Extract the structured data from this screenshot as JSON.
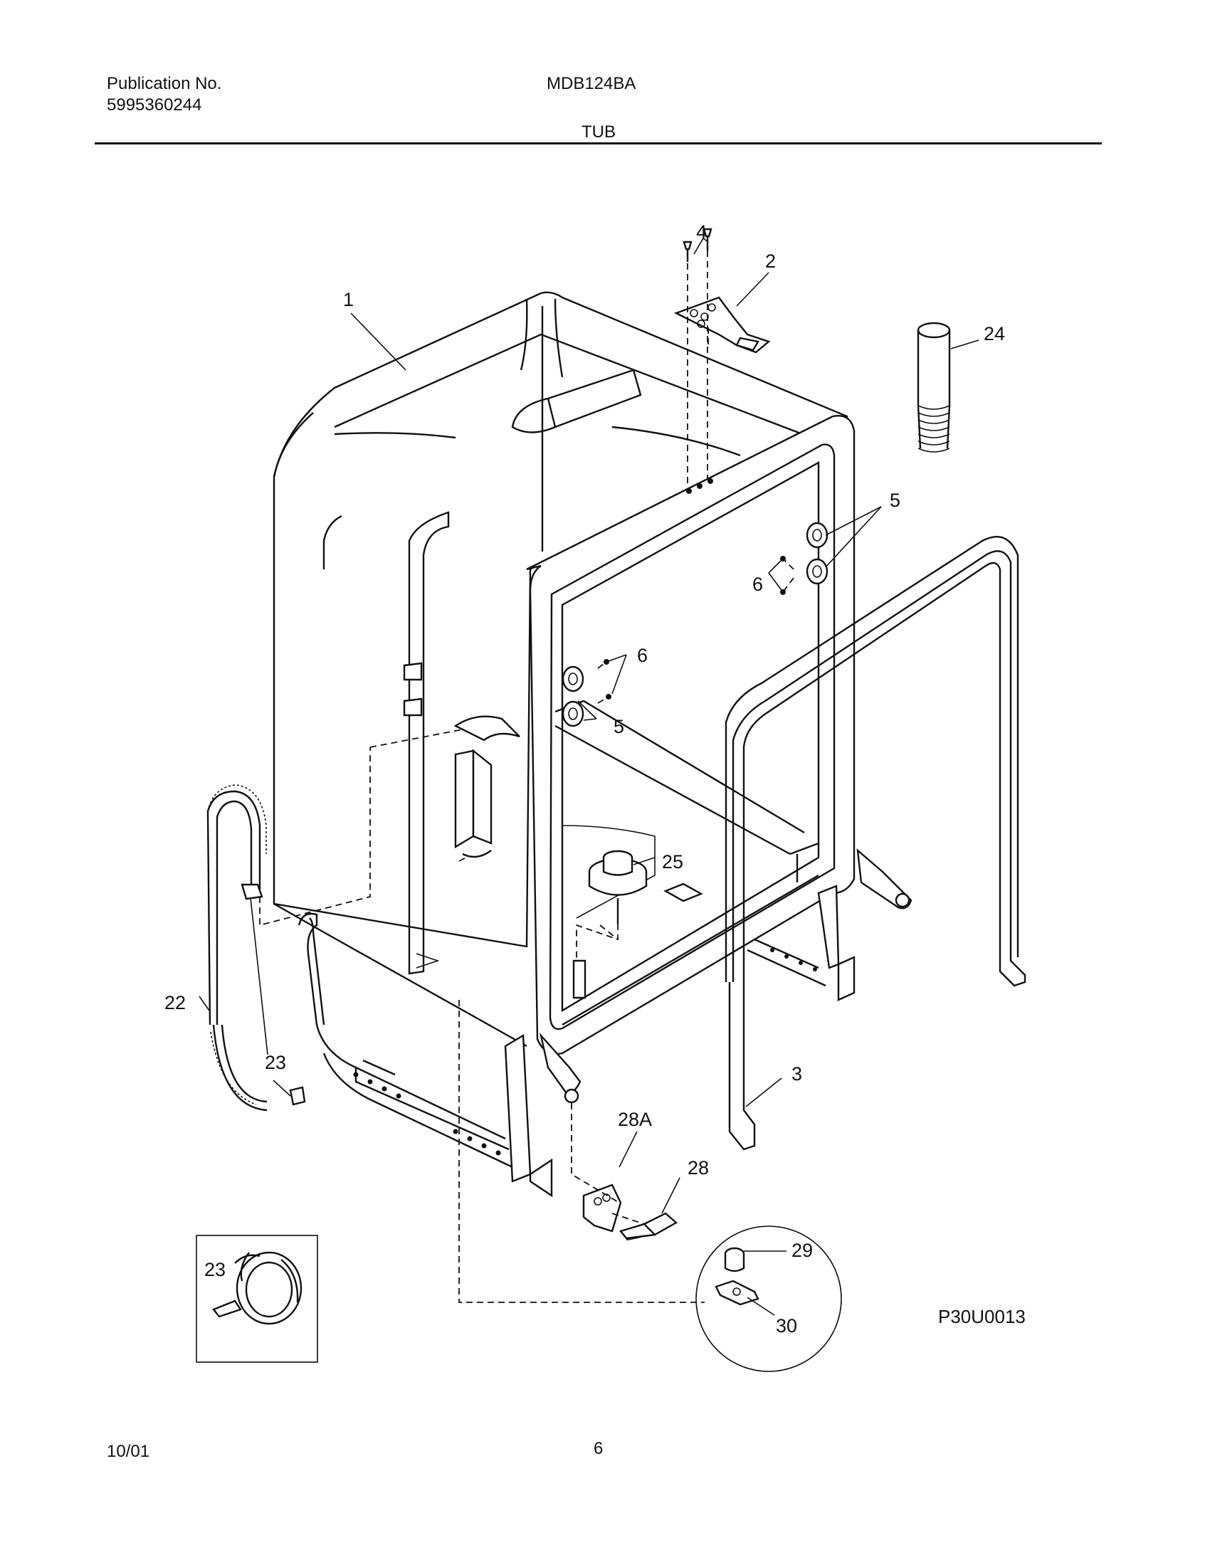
{
  "header": {
    "publication_label": "Publication No.",
    "publication_number": "5995360244",
    "model": "MDB124BA",
    "section_title": "TUB"
  },
  "diagram_code": "P30U0013",
  "footer": {
    "date": "10/01",
    "page_number": "6"
  },
  "callouts": {
    "c1": "1",
    "c2": "2",
    "c3": "3",
    "c4": "4",
    "c5a": "5",
    "c5b": "5",
    "c6a": "6",
    "c6b": "6",
    "c22": "22",
    "c23": "23",
    "c23_inset": "23",
    "c24": "24",
    "c25": "25",
    "c28": "28",
    "c28a": "28A",
    "c29": "29",
    "c30": "30"
  }
}
